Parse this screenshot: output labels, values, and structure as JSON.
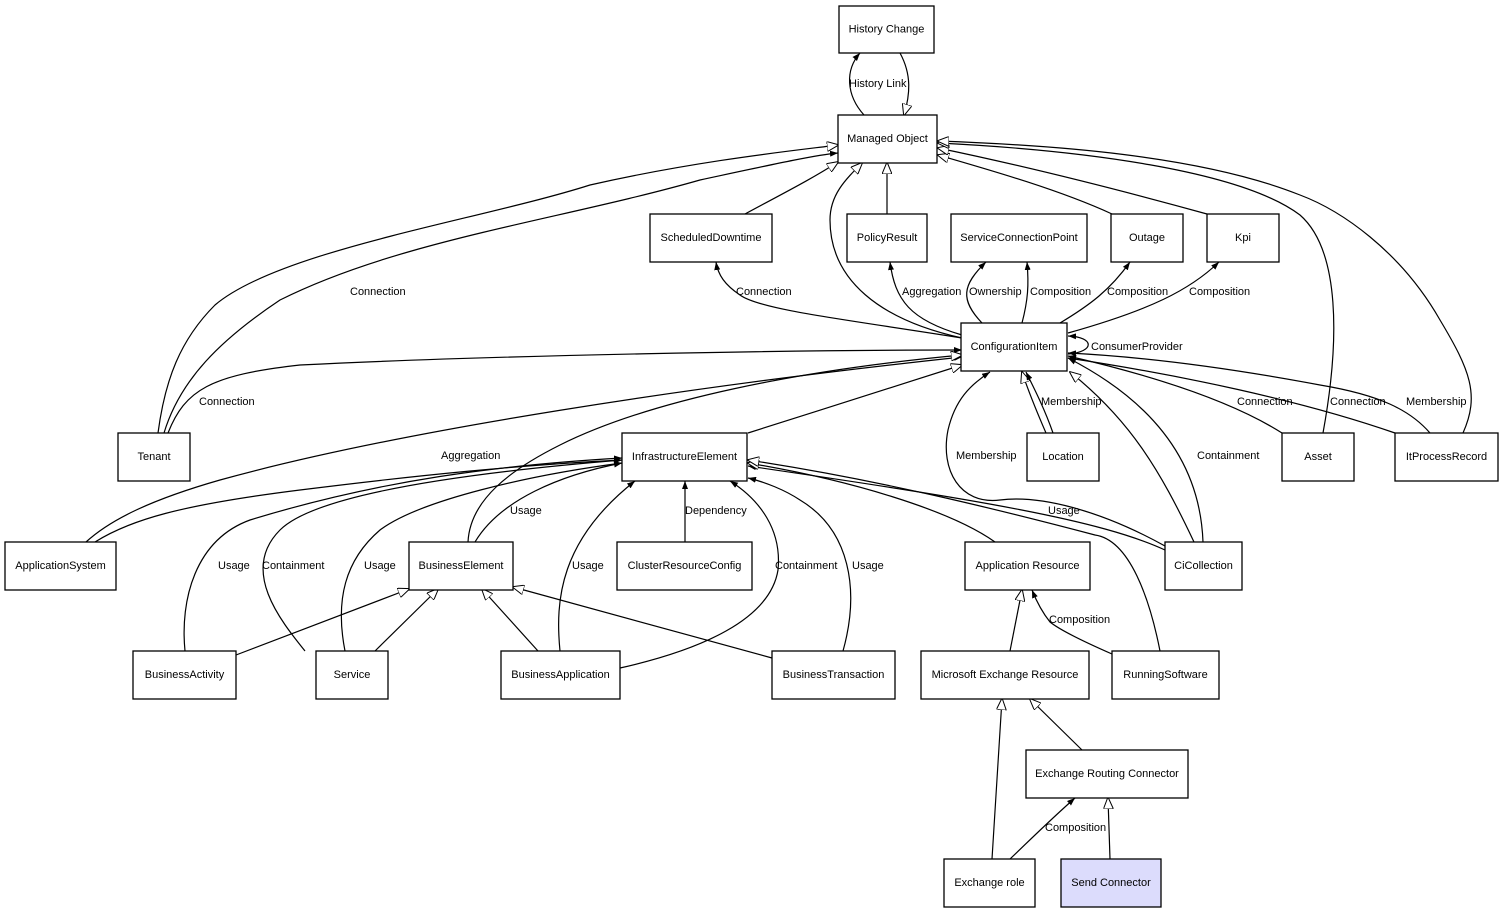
{
  "diagram": {
    "nodes": {
      "history_change": "History Change",
      "managed_object": "Managed Object",
      "scheduled_downtime": "ScheduledDowntime",
      "policy_result": "PolicyResult",
      "service_connection_point": "ServiceConnectionPoint",
      "outage": "Outage",
      "kpi": "Kpi",
      "configuration_item": "ConfigurationItem",
      "tenant": "Tenant",
      "infrastructure_element": "InfrastructureElement",
      "location": "Location",
      "asset": "Asset",
      "it_process_record": "ItProcessRecord",
      "application_system": "ApplicationSystem",
      "business_element": "BusinessElement",
      "cluster_resource_config": "ClusterResourceConfig",
      "application_resource": "Application Resource",
      "ci_collection": "CiCollection",
      "business_activity": "BusinessActivity",
      "service": "Service",
      "business_application": "BusinessApplication",
      "business_transaction": "BusinessTransaction",
      "microsoft_exchange_resource": "Microsoft Exchange Resource",
      "running_software": "RunningSoftware",
      "exchange_routing_connector": "Exchange Routing Connector",
      "exchange_role": "Exchange role",
      "send_connector": "Send Connector"
    },
    "highlighted_node": "send_connector",
    "highlight_color": "#dcdcfc",
    "edge_labels": {
      "history_link": "History Link",
      "connection_tenant_mo": "Connection",
      "connection_ci_sd": "Connection",
      "aggregation_ci_pr": "Aggregation",
      "ownership_ci_scp": "Ownership",
      "composition_ci_scp": "Composition",
      "composition_ci_outage": "Composition",
      "composition_ci_kpi": "Composition",
      "consumer_provider": "ConsumerProvider",
      "connection_tenant_ci": "Connection",
      "membership_loc": "Membership",
      "connection_asset": "Connection",
      "connection_itpr": "Connection",
      "membership_itpr": "Membership",
      "aggregation_as_ie": "Aggregation",
      "membership_cic": "Membership",
      "containment_cic": "Containment",
      "usage_be_ie": "Usage",
      "dependency": "Dependency",
      "usage_cic_ie": "Usage",
      "usage_ba_ie": "Usage",
      "containment_svc_ie": "Containment",
      "usage_svc_ie": "Usage",
      "usage_bapp_ie": "Usage",
      "containment_bapp_ie": "Containment",
      "usage_bt_ie": "Usage",
      "composition_rs_ar": "Composition",
      "composition_er_erc": "Composition"
    }
  }
}
